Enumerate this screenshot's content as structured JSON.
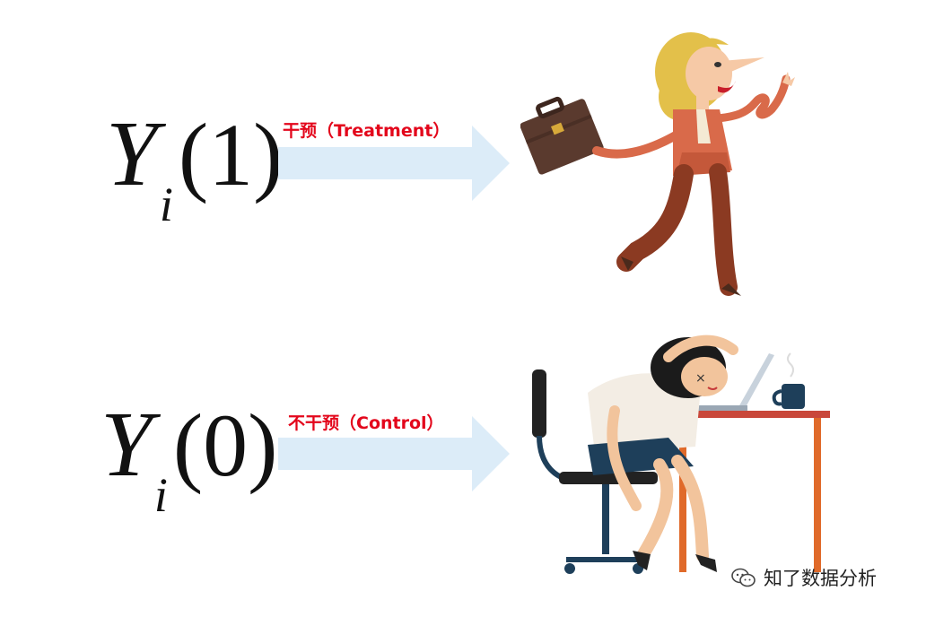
{
  "formulas": [
    {
      "symbol": "Y",
      "subscript": "i",
      "argument": "(1)"
    },
    {
      "symbol": "Y",
      "subscript": "i",
      "argument": "(0)"
    }
  ],
  "labels": {
    "treatment": "干预（Treatment）",
    "control": "不干预（Control）"
  },
  "watermark": "知了数据分析",
  "colors": {
    "label_red": "#e3061b",
    "arrow_fill": "#dcecf8",
    "text_dark": "#111111"
  },
  "illustrations": {
    "treatment": "businesswoman-running-icon",
    "control": "tired-woman-at-desk-icon"
  }
}
